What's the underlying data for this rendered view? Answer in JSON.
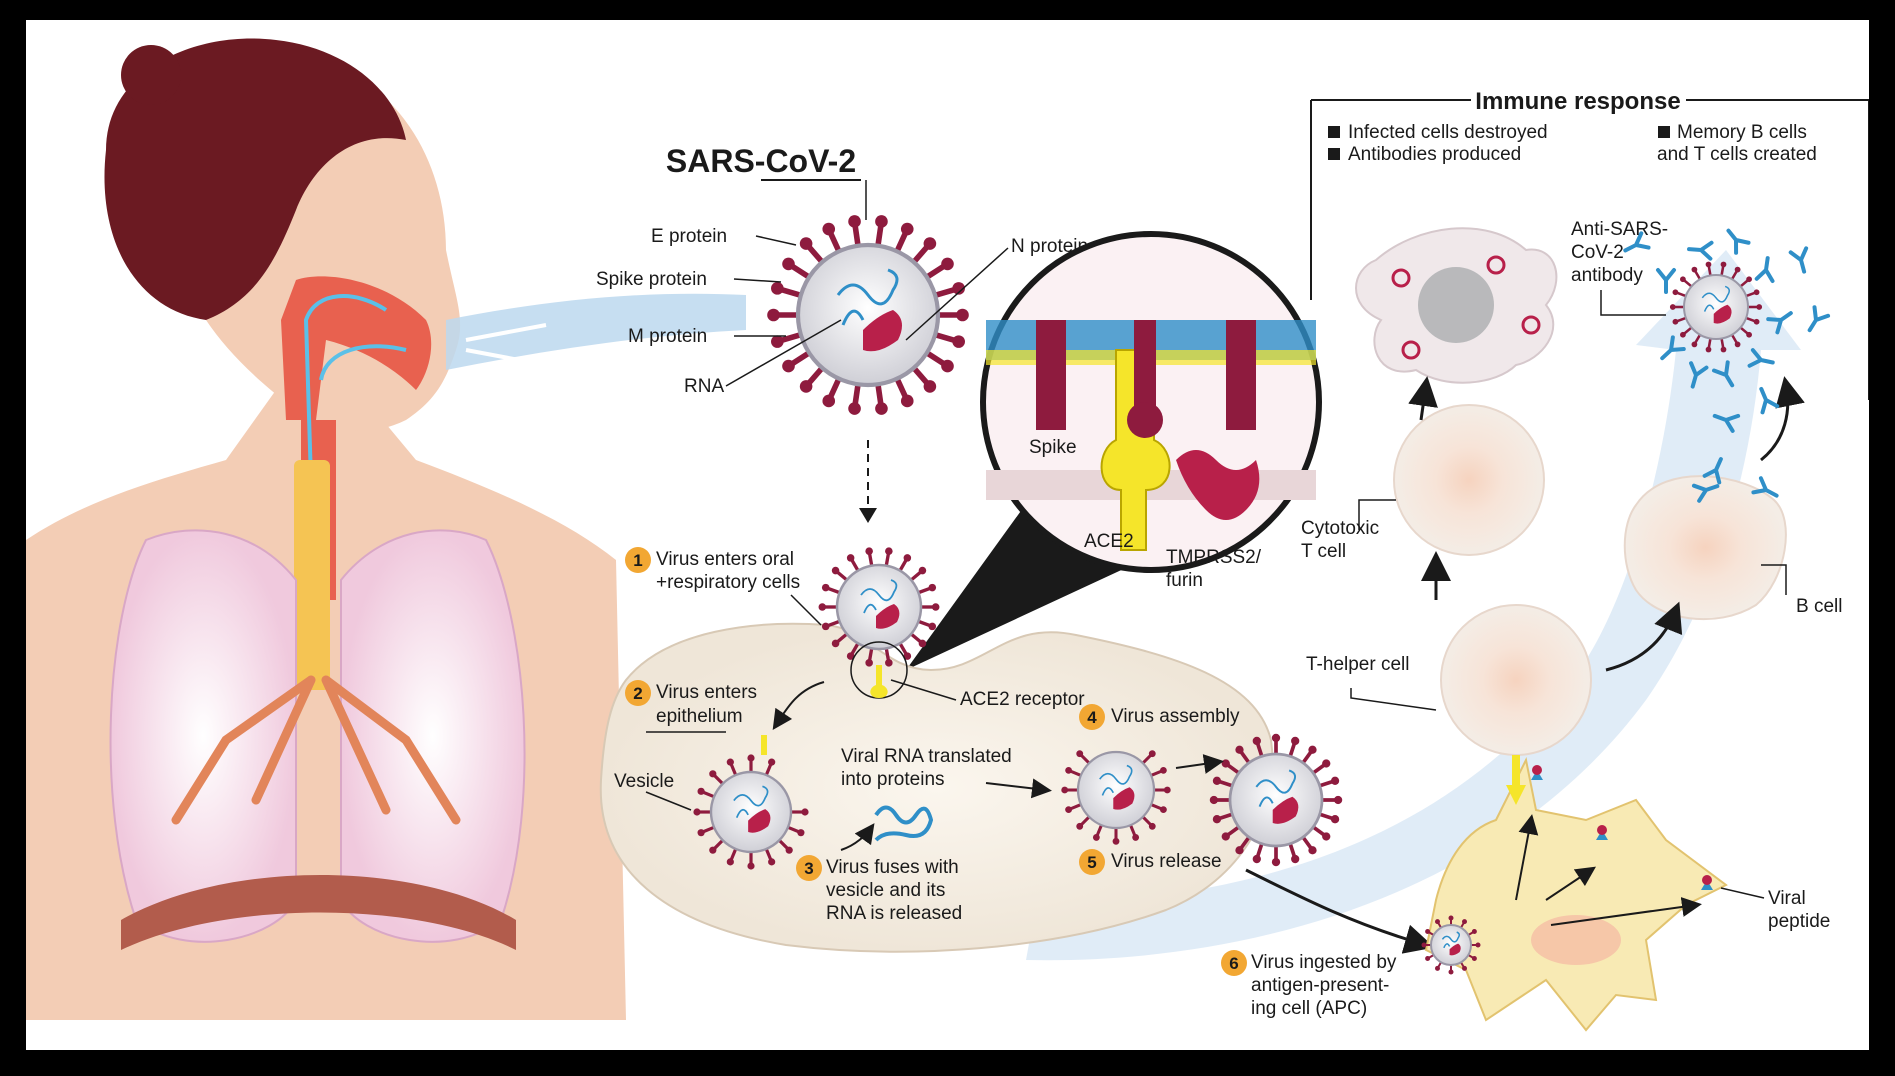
{
  "title": "SARS-CoV-2",
  "immune_response": {
    "heading": "Immune response",
    "bullets_left": [
      "Infected cells destroyed",
      "Antibodies produced"
    ],
    "bullets_right": [
      "Memory B cells",
      "and T cells created"
    ]
  },
  "virus_labels": {
    "e_protein": "E protein",
    "spike_protein": "Spike protein",
    "m_protein": "M protein",
    "rna": "RNA",
    "n_protein": "N protein"
  },
  "zoom_labels": {
    "spike": "Spike",
    "ace2": "ACE2",
    "tmprss2_1": "TMPRSS2/",
    "tmprss2_2": "furin"
  },
  "steps": [
    {
      "num": "1",
      "line1": "Virus enters oral",
      "line2": "+respiratory cells",
      "line3": ""
    },
    {
      "num": "2",
      "line1": "Virus enters",
      "line2": "epithelium",
      "line3": ""
    },
    {
      "num": "3",
      "line1": "Virus fuses with",
      "line2": "vesicle and its",
      "line3": "RNA is released"
    },
    {
      "num": "4",
      "line1": "Virus assembly",
      "line2": "",
      "line3": ""
    },
    {
      "num": "5",
      "line1": "Virus release",
      "line2": "",
      "line3": ""
    },
    {
      "num": "6",
      "line1": "Virus ingested by",
      "line2": "antigen-present-",
      "line3": "ing cell (APC)"
    }
  ],
  "cell_labels": {
    "ace2_receptor": "ACE2 receptor",
    "vesicle": "Vesicle",
    "viral_rna_1": "Viral RNA translated",
    "viral_rna_2": "into proteins",
    "cytotoxic_1": "Cytotoxic",
    "cytotoxic_2": "T cell",
    "t_helper": "T-helper cell",
    "b_cell": "B cell",
    "antibody_1": "Anti-SARS-",
    "antibody_2": "CoV-2",
    "antibody_3": "antibody",
    "viral_peptide_1": "Viral",
    "viral_peptide_2": "peptide"
  },
  "colors": {
    "virus_crimson": "#8e1b3e",
    "step_badge": "#f2a733",
    "rna_blue": "#2f8fc8",
    "ace2_yellow": "#f5e52a",
    "arrow_blue": "#cfe2f3",
    "skin": "#f3cdb5"
  }
}
